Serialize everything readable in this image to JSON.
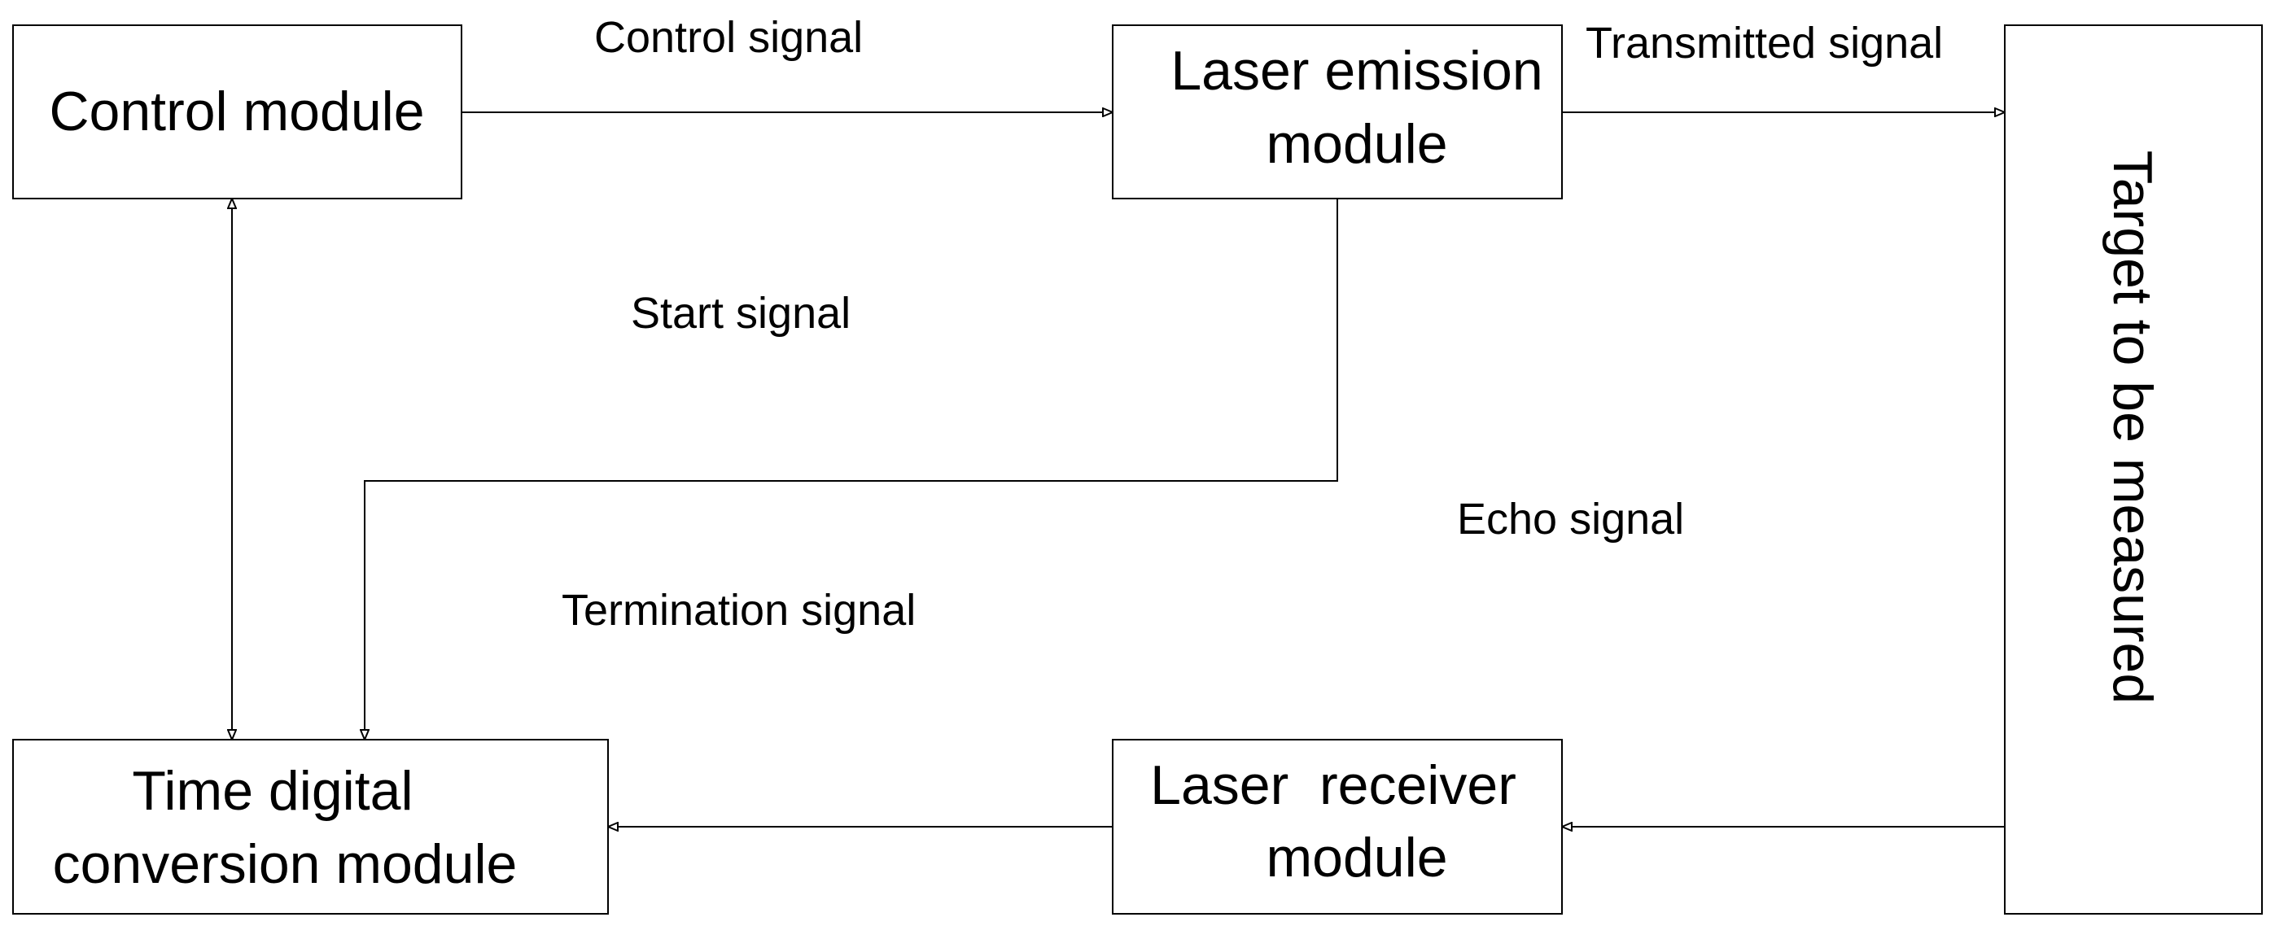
{
  "diagram": {
    "nodes": {
      "control_module": {
        "label": "Control module"
      },
      "laser_emission_module": {
        "line1": "Laser emission",
        "line2": "module"
      },
      "target": {
        "label": "Target to be measured"
      },
      "time_digital_conversion_module": {
        "line1": "Time digital",
        "line2": "conversion module"
      },
      "laser_receiver_module": {
        "line1": "Laser  receiver",
        "line2": "module"
      }
    },
    "edges": {
      "control_signal": {
        "label": "Control signal"
      },
      "transmitted_signal": {
        "label": "Transmitted signal"
      },
      "start_signal": {
        "label": "Start signal"
      },
      "echo_signal": {
        "label": "Echo signal"
      },
      "termination_signal": {
        "label": "Termination signal"
      }
    }
  }
}
